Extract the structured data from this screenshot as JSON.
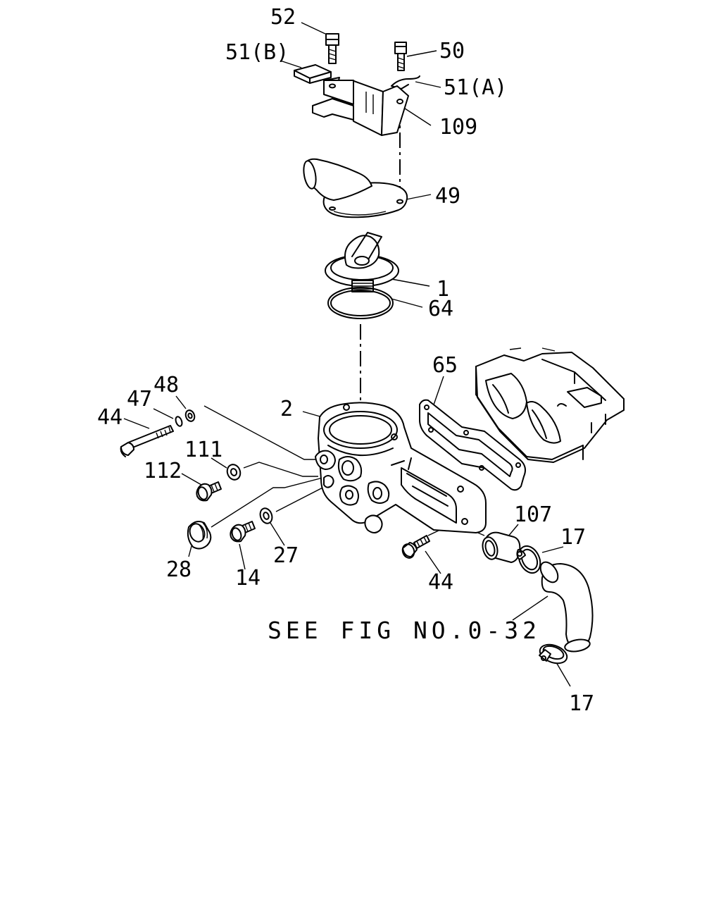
{
  "labels": {
    "p52": "52",
    "p51b": "51(B)",
    "p50": "50",
    "p51a": "51(A)",
    "p109": "109",
    "p49": "49",
    "p1": "1",
    "p64": "64",
    "p65": "65",
    "p2": "2",
    "p48": "48",
    "p47": "47",
    "p44a": "44",
    "p111": "111",
    "p112": "112",
    "p28": "28",
    "p14": "14",
    "p27": "27",
    "p44b": "44",
    "p107": "107",
    "p17a": "17",
    "p17b": "17"
  },
  "note": "SEE FIG NO.0-32"
}
